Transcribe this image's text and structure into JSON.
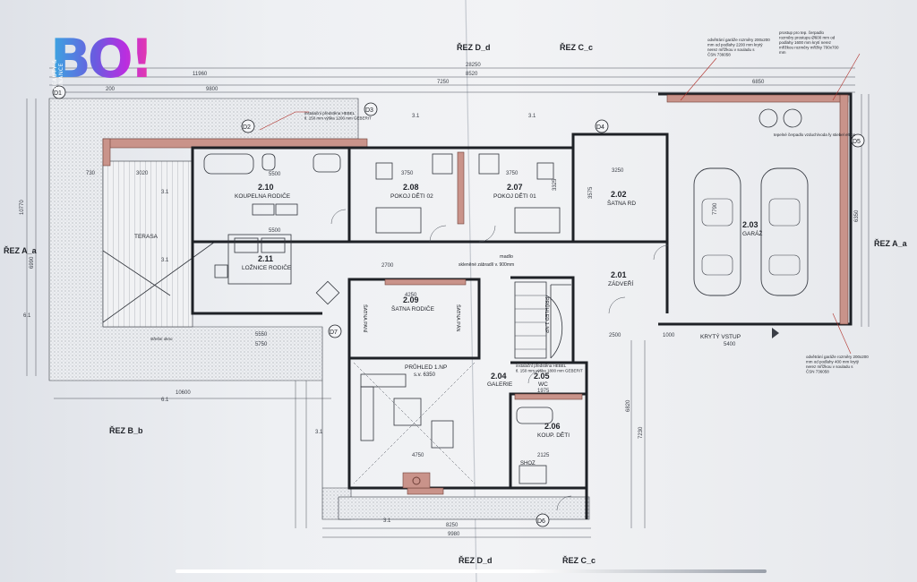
{
  "logo": {
    "text": "BO!",
    "subtitle": "BEAUTY & FINANCE",
    "gradient": [
      "#39a9e0",
      "#6a5be0",
      "#b92ee0",
      "#e83aa8"
    ]
  },
  "sections": {
    "d_top": "ŘEZ D_d",
    "c_top": "ŘEZ C_c",
    "a_left": "ŘEZ A_a",
    "a_right": "ŘEZ A_a",
    "b_left": "ŘEZ B_b",
    "d_bottom": "ŘEZ D_d",
    "c_bottom": "ŘEZ C_c"
  },
  "axes": {
    "d1": "D1",
    "d2": "D2",
    "d3": "D3",
    "d4": "D4",
    "d5": "D5",
    "d6": "D6",
    "d7": "D7"
  },
  "rooms": [
    {
      "id": "2.10",
      "name": "KOUPELNA RODIČE"
    },
    {
      "id": "2.11",
      "name": "LOŽNICE RODIČE"
    },
    {
      "id": "2.08",
      "name": "POKOJ DĚTI 02"
    },
    {
      "id": "2.07",
      "name": "POKOJ DĚTI 01"
    },
    {
      "id": "2.02",
      "name": "ŠATNA RD"
    },
    {
      "id": "2.03",
      "name": "GARÁŽ"
    },
    {
      "id": "2.01",
      "name": "ZÁDVEŘÍ"
    },
    {
      "id": "2.09",
      "name": "ŠATNA RODIČE"
    },
    {
      "id": "2.04",
      "name": "GALERIE"
    },
    {
      "id": "2.05",
      "name": "WC"
    },
    {
      "id": "2.06",
      "name": "KOUP. DĚTI"
    }
  ],
  "labels": {
    "terasa": "TERASA",
    "kryty_vstup": "KRYTÝ VSTUP",
    "pruhled_1np": "PRŮHLED 1.NP",
    "pruhled_sv": "s.v. 6350",
    "pruhled_stair": "PRŮHLED 1.NP",
    "satna_pani": "ŠATNA PANÍ",
    "satna_pan": "ŠATNA PÁN",
    "shoz": "SHOZ",
    "madlo": "madlo",
    "sklenene_zabradli": "skleněné zábradlí v. 900mm",
    "tepelne_cerpadlo": "tepelné čerpadlo vzduch/voda fy stiebel eltron",
    "stresni_okno": "střešní okno",
    "hebel_1": "instalační předstěna HEBEL tl. 150 mm výška 1200 mm GEBERIT",
    "hebel_2": "instalační předstěna HEBEL tl. 150 mm výška 1800 mm GEBERIT",
    "odvetrani_top": "odvětrání garáže rozměry 200x200 mm od podlahy 2200 mm krytý nerez mřížkou v souladu s ČSN 736058",
    "prostup": "prostup pro tep. čerpadlo rozměry prostupu Ø600 mm od podlahy 1600 mm krytí nerez mřížkou rozměry mřížky 700x700 mm",
    "odvetrani_bottom": "odvětrání garáže rozměry 200x200 mm od podlahy 400 mm krytý nerez mřížkou v souladu s ČSN 736058"
  },
  "dimensions": {
    "top_total": "28250",
    "top_a": "11960",
    "top_b": "8520",
    "top_c": "7250",
    "top_d": "9800",
    "garage_w": "6850",
    "r_3750a": "3750",
    "r_3750b": "3750",
    "r_3250": "3250",
    "r_5500": "5500",
    "r_5500b": "5500",
    "r_3020": "3020",
    "r_4250": "4250",
    "r_4750": "4750",
    "r_10600": "10600",
    "r_9980": "9980",
    "r_8250": "8250",
    "r_5750": "5750",
    "r_5550": "5550",
    "r_6350": "6350",
    "r_7790": "7790",
    "r_10770": "10770",
    "r_6990": "6990",
    "r_2700": "2700",
    "r_2500": "2500",
    "r_1000": "1000",
    "r_730": "730",
    "r_200": "200",
    "r_3325": "3325",
    "r_3575": "3575",
    "r_2125": "2125",
    "r_1975": "1975",
    "r_6820": "6820",
    "r_5400": "5400",
    "r_7230": "7230",
    "slope": "3.1",
    "slope_b": "6.1"
  }
}
